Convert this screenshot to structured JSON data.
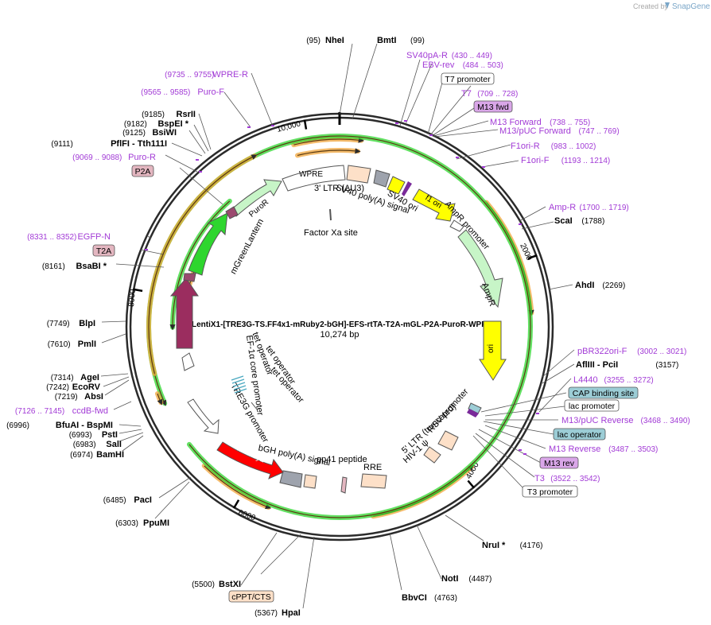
{
  "credit": {
    "created_by": "Created by",
    "brand": "SnapGene"
  },
  "plasmid": {
    "title": "pLentiX1-[TRE3G-TS.FF4x1-mRuby2-bGH]-EFS-rtTA-T2A-mGL-P2A-PuroR-WPRE",
    "size_label": "10,274 bp",
    "length": 10274,
    "ticks": [
      "10,000",
      "2000",
      "4000",
      "6000",
      "8000"
    ]
  },
  "enzymes": [
    {
      "name": "NheI",
      "pos": "(95)"
    },
    {
      "name": "BmtI",
      "pos": "(99)"
    },
    {
      "name": "ScaI",
      "pos": "(1788)"
    },
    {
      "name": "AhdI",
      "pos": "(2269)"
    },
    {
      "name": "AflIII  - PciI",
      "pos": "(3157)"
    },
    {
      "name": "NruI *",
      "pos": "(4176)"
    },
    {
      "name": "NotI",
      "pos": "(4487)"
    },
    {
      "name": "BbvCI",
      "pos": "(4763)"
    },
    {
      "name": "HpaI",
      "pos": "(5367)"
    },
    {
      "name": "BstXI",
      "pos": "(5500)"
    },
    {
      "name": "PpuMI",
      "pos": "(6303)"
    },
    {
      "name": "PacI",
      "pos": "(6485)"
    },
    {
      "name": "BamHI",
      "pos": "(6974)"
    },
    {
      "name": "SalI",
      "pos": "(6983)"
    },
    {
      "name": "PstI",
      "pos": "(6993)"
    },
    {
      "name": "BfuAI   - BspMI",
      "pos": "(6996)"
    },
    {
      "name": "AbsI",
      "pos": "(7219)"
    },
    {
      "name": "EcoRV",
      "pos": "(7242)"
    },
    {
      "name": "AgeI",
      "pos": "(7314)"
    },
    {
      "name": "PmlI",
      "pos": "(7610)"
    },
    {
      "name": "BlpI",
      "pos": "(7749)"
    },
    {
      "name": "BsaBI *",
      "pos": "(8161)"
    },
    {
      "name": "PflFI   - Tth111I",
      "pos": "(9111)"
    },
    {
      "name": "BsiWI",
      "pos": "(9125)"
    },
    {
      "name": "BspEI *",
      "pos": "(9182)"
    },
    {
      "name": "RsrII",
      "pos": "(9185)"
    }
  ],
  "primers": [
    {
      "name": "SV40pA-R",
      "pos": "(430 .. 449)"
    },
    {
      "name": "EBV-rev",
      "pos": "(484 .. 503)"
    },
    {
      "name": "T7",
      "pos": "(709 .. 728)"
    },
    {
      "name": "M13 Forward",
      "pos": "(738 .. 755)"
    },
    {
      "name": "M13/pUC Forward",
      "pos": "(747 .. 769)"
    },
    {
      "name": "F1ori-R",
      "pos": "(983 .. 1002)"
    },
    {
      "name": "F1ori-F",
      "pos": "(1193 .. 1214)"
    },
    {
      "name": "Amp-R",
      "pos": "(1700 .. 1719)"
    },
    {
      "name": "pBR322ori-F",
      "pos": "(3002 .. 3021)"
    },
    {
      "name": "L4440",
      "pos": "(3255 .. 3272)"
    },
    {
      "name": "M13/pUC Reverse",
      "pos": "(3468 .. 3490)"
    },
    {
      "name": "M13 Reverse",
      "pos": "(3487 .. 3503)"
    },
    {
      "name": "T3",
      "pos": "(3522 .. 3542)"
    },
    {
      "name": "WPRE-R",
      "pos": "(9735 .. 9755)"
    },
    {
      "name": "Puro-F",
      "pos": "(9565 .. 9585)"
    },
    {
      "name": "Puro-R",
      "pos": "(9069 .. 9088)"
    },
    {
      "name": "EGFP-N",
      "pos": "(8331 .. 8352)"
    },
    {
      "name": "ccdB-fwd",
      "pos": "(7126 .. 7145)"
    }
  ],
  "boxed_labels": [
    {
      "text": "T7 promoter",
      "style": "white"
    },
    {
      "text": "M13 fwd",
      "style": "purple"
    },
    {
      "text": "CAP binding site",
      "style": "teal"
    },
    {
      "text": "lac promoter",
      "style": "white"
    },
    {
      "text": "lac operator",
      "style": "teal"
    },
    {
      "text": "M13 rev",
      "style": "purple"
    },
    {
      "text": "T3 promoter",
      "style": "white"
    },
    {
      "text": "cPPT/CTS",
      "style": "tan"
    },
    {
      "text": "P2A",
      "style": "pink"
    },
    {
      "text": "T2A",
      "style": "pink"
    }
  ],
  "features": {
    "wpre": "WPRE",
    "ltr3": "3' LTR (ΔU3)",
    "sv40ori": "SV40 ori",
    "sv40pa": "SV40 poly(A) signal",
    "factorxa": "Factor Xa site",
    "f1ori": "f1 ori",
    "ampr_promoter": "AmpR promoter",
    "ampr": "AmpR",
    "ori": "ori",
    "ltr5": "5' LTR (truncated)",
    "hivpsi": "HIV-1 ψ",
    "rsv": "RSV promoter",
    "rre": "RRE",
    "gp41": "gp41 peptide",
    "bgh": "bGH poly(A) signal",
    "mruby2": "mRuby2",
    "tre3g": "TRE3G promoter",
    "efs": "EF-1α core promoter",
    "tetop1": "tet operator",
    "tetop2": "tet operator",
    "tetop3": "tet operator",
    "teton": "Tet-On® 3G",
    "mgl": "mGreenLantern",
    "puror": "PuroR"
  },
  "colors": {
    "primer": "#a23bd6",
    "orange_arrow": "#f0a43a",
    "green_arrow": "#2ed62e",
    "yellow": "#ffff00",
    "puror": "#c7f5c7",
    "teton": "#9b2d5f",
    "mruby2": "#ff0000",
    "peach": "#fde0c8",
    "teal": "#9ccdd6",
    "m13fwd": "#d9a6e8",
    "pink": "#e3b6c0"
  }
}
